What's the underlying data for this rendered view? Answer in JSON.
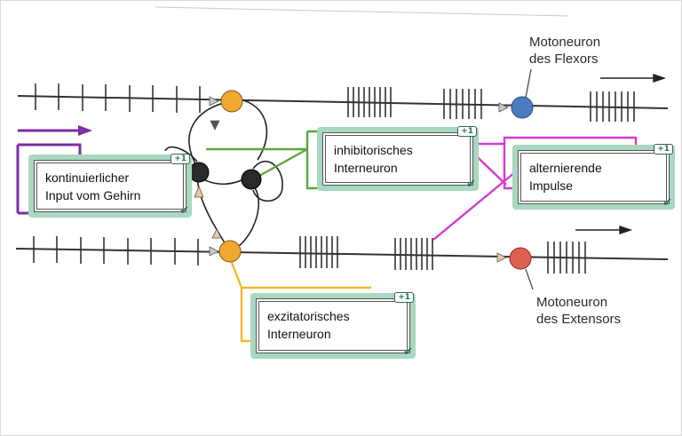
{
  "labels": {
    "motoneuron_flexor": [
      "Motoneuron",
      "des Flexors"
    ],
    "motoneuron_extensor": [
      "Motoneuron",
      "des Extensors"
    ]
  },
  "answers": [
    {
      "id": "brain-input",
      "lines": [
        "kontinuierlicher",
        "Input vom Gehirn"
      ],
      "badge": "+1",
      "status": "correct"
    },
    {
      "id": "inhibitory",
      "lines": [
        "inhibitorisches",
        "Interneuron"
      ],
      "badge": "+1",
      "status": "correct"
    },
    {
      "id": "alternating",
      "lines": [
        "alternierende",
        "Impulse"
      ],
      "badge": "+1",
      "status": "correct"
    },
    {
      "id": "excitatory",
      "lines": [
        "exzitatorisches",
        "Interneuron"
      ],
      "badge": "+1",
      "status": "correct"
    }
  ],
  "colors": {
    "brain_bracket": "#7a2fa3",
    "inhibitory_bracket": "#5aa83a",
    "alternating_bracket": "#d63ad0",
    "excitatory_bracket": "#f2b928",
    "card_bg": "#a8d8c0",
    "neuron_orange": "#f0a830",
    "neuron_dark": "#2a2a2a",
    "neuron_blue": "#4a7cc0",
    "neuron_red": "#e06050"
  },
  "icons": [
    "check-icon",
    "arrow-icon"
  ]
}
